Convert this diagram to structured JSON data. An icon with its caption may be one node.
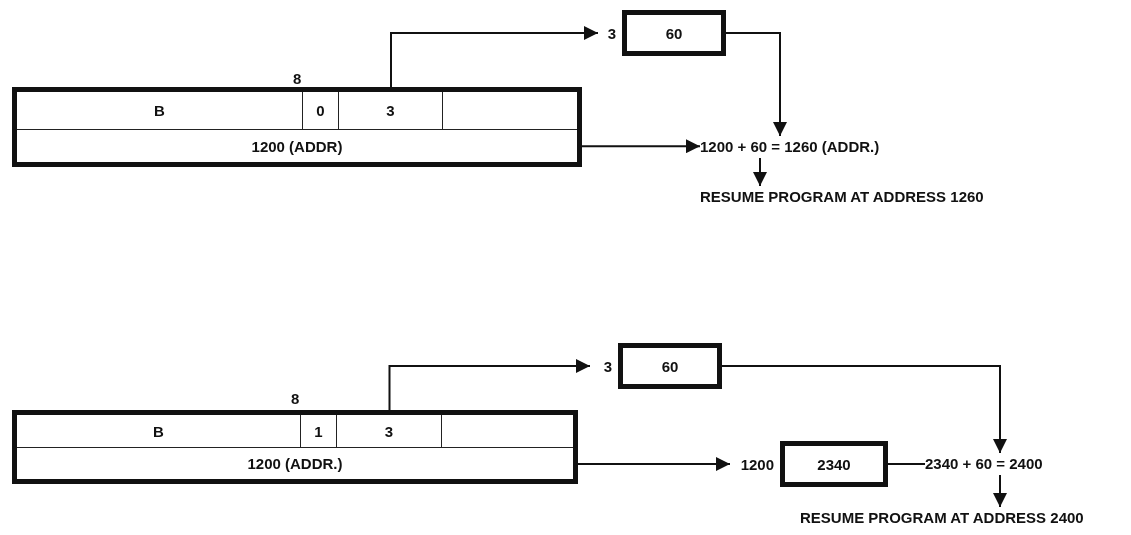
{
  "diagram": {
    "nodes": [
      {
        "text": [],
        "shape": "box"
      },
      {
        "text": [
          "B"
        ],
        "in": 0
      },
      {
        "text": [
          "0"
        ],
        "in": 0
      },
      {
        "text": [
          "3"
        ],
        "in": 0
      },
      {
        "text": [],
        "shape": "box",
        "in": 0
      },
      {
        "text": [
          "1200 (ADDR)"
        ],
        "in": 0
      },
      {
        "text": [
          "60"
        ],
        "beside": [
          "3"
        ]
      },
      {
        "text": [
          "1200 + 60 = 1260 (ADDR.)"
        ]
      },
      {
        "text": [
          "RESUME PROGRAM AT ADDRESS 1260"
        ]
      },
      {
        "text": [],
        "shape": "box"
      },
      {
        "text": [
          "B"
        ],
        "in": 9
      },
      {
        "text": [
          "1"
        ],
        "in": 9
      },
      {
        "text": [
          "3"
        ],
        "in": 9
      },
      {
        "text": [],
        "shape": "box",
        "in": 9
      },
      {
        "text": [
          "1200 (ADDR.)"
        ],
        "in": 9
      },
      {
        "text": [
          "60"
        ],
        "beside": [
          "3"
        ]
      },
      {
        "text": [
          "2340"
        ],
        "beside": [
          "1200"
        ]
      },
      {
        "text": [
          "2340 + 60 = 2400"
        ]
      },
      {
        "text": [
          "RESUME PROGRAM AT ADDRESS 2400"
        ]
      }
    ],
    "edges": [
      {
        "from": 3,
        "to": 6,
        "arrow": "to"
      },
      {
        "from": 6,
        "to": 7,
        "arrow": "to"
      },
      {
        "from": 0,
        "to": 7,
        "arrow": "to"
      },
      {
        "from": 7,
        "to": 8,
        "arrow": "to"
      },
      {
        "from": 12,
        "to": 15,
        "arrow": "to"
      },
      {
        "from": 15,
        "to": 17,
        "arrow": "to"
      },
      {
        "from": 9,
        "to": 16,
        "arrow": "to"
      },
      {
        "from": 16,
        "to": 17,
        "arrow": "none"
      },
      {
        "from": 17,
        "to": 18,
        "arrow": "to"
      }
    ],
    "labels": [
      "8",
      "8"
    ]
  }
}
